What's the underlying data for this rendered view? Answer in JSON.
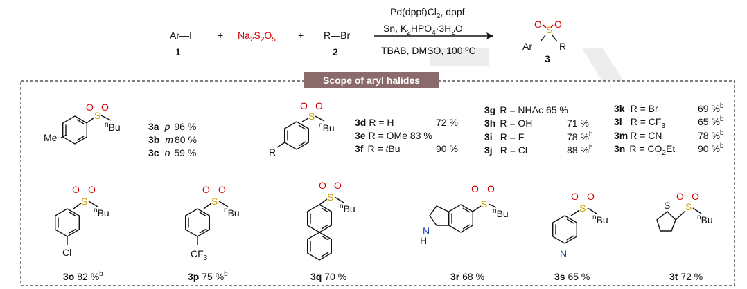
{
  "reaction": {
    "reactant1": "Ar—I",
    "reactant1_num": "1",
    "plus1": "+",
    "reagent": "Na2S2O5",
    "plus2": "+",
    "reactant2": "R—Br",
    "reactant2_num": "2",
    "cond_line1": "Pd(dppf)Cl2, dppf",
    "cond_line2": "Sn, K2HPO4·3H2O",
    "cond_line3": "TBAB, DMSO, 100 ºC",
    "product_label": "Ar",
    "product_r": "R",
    "product_num": "3",
    "product_s": "S",
    "product_o": "O"
  },
  "scope": {
    "title": "Scope of aryl halides",
    "group1": [
      {
        "id": "3a",
        "pos": "p",
        "yield": "96 %"
      },
      {
        "id": "3b",
        "pos": "m",
        "yield": "80 %"
      },
      {
        "id": "3c",
        "pos": "o",
        "yield": "59 %"
      }
    ],
    "group1_sub": "Me",
    "group2": [
      {
        "id": "3d",
        "r": "R = H",
        "yield": "72 %"
      },
      {
        "id": "3e",
        "r": "R = OMe",
        "yield": "83 %"
      },
      {
        "id": "3f",
        "r": "R = tBu",
        "yield": "90 %"
      }
    ],
    "group2_sub": "R",
    "group3": [
      {
        "id": "3g",
        "r": "R = NHAc",
        "yield": "65 %"
      },
      {
        "id": "3h",
        "r": "R = OH",
        "yield": "71 %"
      },
      {
        "id": "3i",
        "r": "R = F",
        "yield": "78 %b"
      },
      {
        "id": "3j",
        "r": "R = Cl",
        "yield": "88 %b"
      }
    ],
    "group4": [
      {
        "id": "3k",
        "r": "R = Br",
        "yield": "69 %b"
      },
      {
        "id": "3l",
        "r": "R = CF3",
        "yield": "65 %b"
      },
      {
        "id": "3m",
        "r": "R = CN",
        "yield": "78 %b"
      },
      {
        "id": "3n",
        "r": "R = CO2Et",
        "yield": "90 %b"
      }
    ],
    "bottom": [
      {
        "id": "3o",
        "yield": "82 %b",
        "sub": "Cl"
      },
      {
        "id": "3p",
        "yield": "75 %b",
        "sub": "CF3"
      },
      {
        "id": "3q",
        "yield": "70 %"
      },
      {
        "id": "3r",
        "yield": "68 %",
        "sub": "NH"
      },
      {
        "id": "3s",
        "yield": "65 %",
        "sub": "N"
      },
      {
        "id": "3t",
        "yield": "72 %",
        "sub": "S"
      }
    ],
    "butyl": "Bu",
    "n_prefix": "n",
    "sulfur": "S",
    "oxygen": "O",
    "sup_b": "b"
  },
  "colors": {
    "sulfur": "#c8a000",
    "oxygen": "#d40000",
    "nitrogen": "#1a3fb3"
  }
}
